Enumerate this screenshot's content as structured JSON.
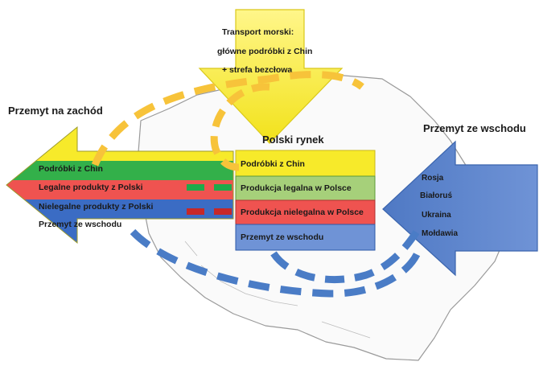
{
  "transport": {
    "lines": [
      "Transport morski:",
      "główne podróbki z Chin",
      "+ strefa bezcłowa"
    ]
  },
  "west": {
    "title": "Przemyt na zachód",
    "bands": [
      "Podróbki z Chin",
      "Legalne produkty z Polski",
      "Nielegalne produkty z Polski",
      "Przemyt ze wschodu"
    ]
  },
  "market": {
    "title": "Polski rynek",
    "rows": [
      "Podróbki z Chin",
      "Produkcja legalna w Polsce",
      "Produkcja nielegalna w Polsce",
      "Przemyt ze wschodu"
    ]
  },
  "east": {
    "title": "Przemyt ze wschodu",
    "countries": [
      "Rosja",
      "Białoruś",
      "Ukraina",
      "Mołdawia"
    ]
  },
  "colors": {
    "yellow": "#f7ea2a",
    "green": "#33b04a",
    "red": "#ef5350",
    "blue": "#3b6cc4",
    "orange_dash": "#f7c33a",
    "green_dash": "#1faa4a",
    "red_dash": "#c62828",
    "blue_dash": "#4a7cc6"
  }
}
